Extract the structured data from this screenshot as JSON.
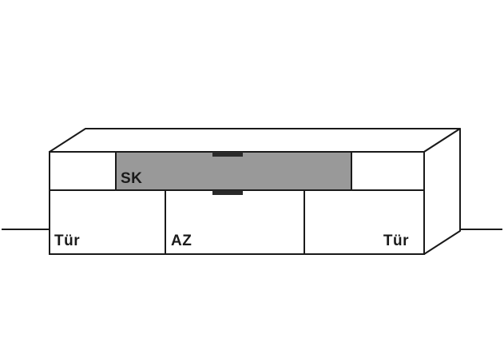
{
  "diagram": {
    "title": "sideboard-line-drawing",
    "labels": {
      "flap": "SK",
      "door_left": "Tür",
      "compartment_middle": "AZ",
      "door_right": "Tür"
    },
    "colors": {
      "line": "#1a1a1a",
      "flap_fill": "#999999",
      "face_fill": "#ffffff",
      "notch_fill": "#2a2a2a",
      "background": "#ffffff"
    }
  }
}
